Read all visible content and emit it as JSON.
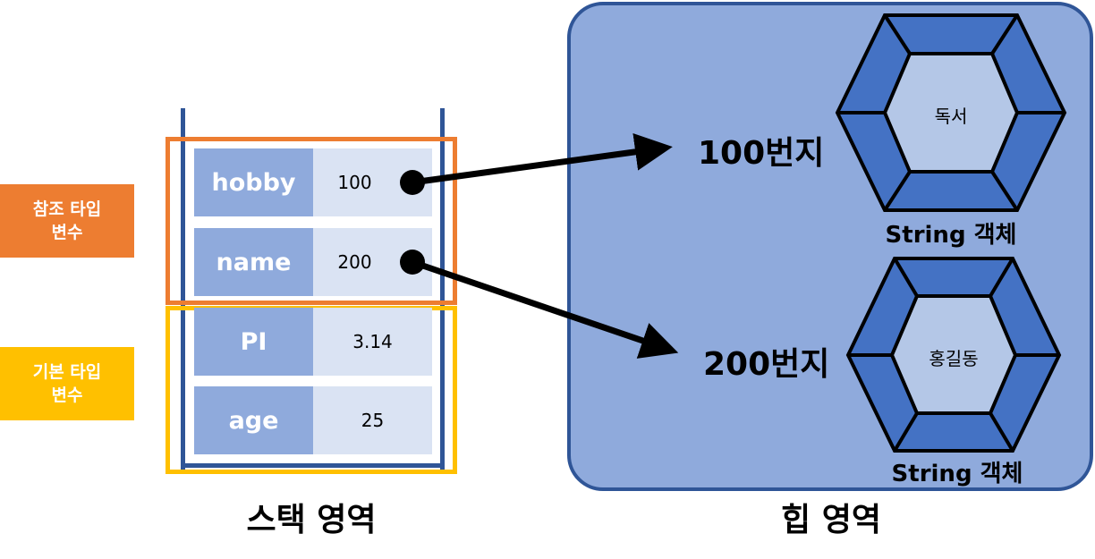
{
  "labels": {
    "reference_type": [
      "참조 타입",
      "변수"
    ],
    "primitive_type": [
      "기본 타입",
      "변수"
    ]
  },
  "stack": {
    "title": "스택 영역",
    "rows": [
      {
        "name": "hobby",
        "value": "100"
      },
      {
        "name": "name",
        "value": "200"
      },
      {
        "name": "PI",
        "value": "3.14"
      },
      {
        "name": "age",
        "value": "25"
      }
    ]
  },
  "heap": {
    "title": "힙 영역",
    "addresses": [
      "100번지",
      "200번지"
    ],
    "objects": [
      {
        "content": "독서",
        "caption": "String 객체"
      },
      {
        "content": "홍길동",
        "caption": "String 객체"
      }
    ]
  },
  "colors": {
    "reference_type": "#ed7d31",
    "primitive_type": "#ffc000",
    "stack_wall": "#2f5597",
    "heap_bg": "#8faadc",
    "hex_dark": "#4472c4",
    "hex_light": "#b4c7e7"
  }
}
